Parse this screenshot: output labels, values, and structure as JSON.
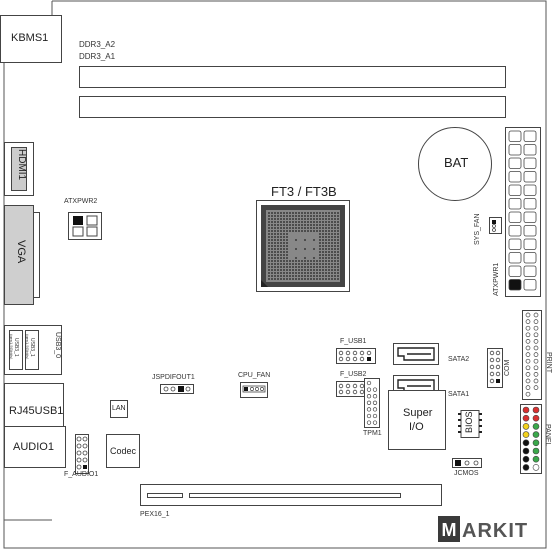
{
  "labels": {
    "kbms": "KBMS1",
    "ddr_a2": "DDR3_A2",
    "ddr_a1": "DDR3_A1",
    "hdmi": "HDMI1",
    "vga": "VGA",
    "usb3": "USB3_0",
    "usb3_gen1": "(gen1,5Gbit/s)",
    "usb3_gen2": "(gen1,5Gbit/s)",
    "usb3_a": "USB3_1",
    "usb3_b": "USB3_1",
    "rj45": "RJ45USB1",
    "lan": "LAN",
    "audio": "AUDIO1",
    "codec": "Codec",
    "f_audio": "F_AUDIO1",
    "pex": "PEX16_1",
    "atxpwr2": "ATXPWR2",
    "cpu": "FT3 / FT3B",
    "bat": "BAT",
    "sys_fan": "SYS_FAN",
    "atxpwr1": "ATXPWR1",
    "f_usb1": "F_USB1",
    "f_usb2": "F_USB2",
    "sata2": "SATA2",
    "sata1": "SATA1",
    "com": "COM",
    "print": "PRINT",
    "jspdif": "JSPDIFOUT1",
    "cpu_fan": "CPU_FAN",
    "tpm": "TPM1",
    "superio": "Super I/O",
    "superio_l1": "Super",
    "superio_l2": "I/O",
    "bios": "BIOS",
    "panel": "PANEL",
    "jcmos": "JCMOS",
    "watermark": "MARKIT"
  },
  "colors": {
    "board_outline": "#555555",
    "chip_dark": "#333333",
    "slot_fill": "#ffffff",
    "hdmi_fill": "#cccccc",
    "vga_fill": "#cfcfcf",
    "panel_red": "#d93030",
    "panel_yellow": "#f2d21c",
    "panel_green": "#3aa84a",
    "panel_black": "#111111",
    "watermark_m": "#3a3a3a",
    "watermark_text": "#555555"
  }
}
